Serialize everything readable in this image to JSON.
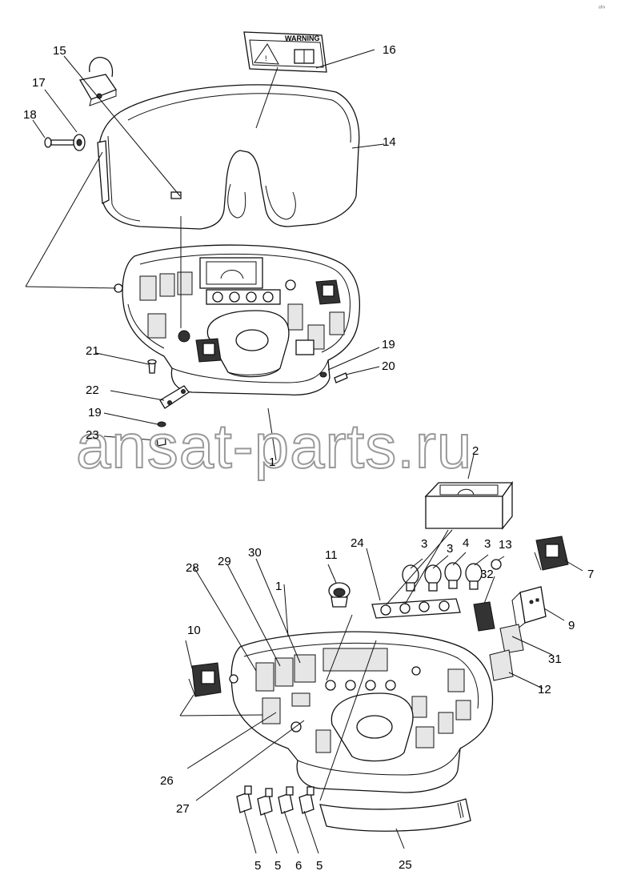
{
  "diagram": {
    "watermark": "ansat-parts.ru",
    "corner_mark": "ᵃᶠᵐ",
    "warning_label_text": "WARNING",
    "callouts": [
      "1",
      "1",
      "2",
      "3",
      "3",
      "3",
      "4",
      "5",
      "5",
      "6",
      "5",
      "7",
      "9",
      "10",
      "11",
      "12",
      "13",
      "14",
      "15",
      "16",
      "17",
      "18",
      "19",
      "19",
      "20",
      "21",
      "22",
      "23",
      "24",
      "25",
      "26",
      "27",
      "28",
      "29",
      "30",
      "31",
      "32"
    ]
  }
}
